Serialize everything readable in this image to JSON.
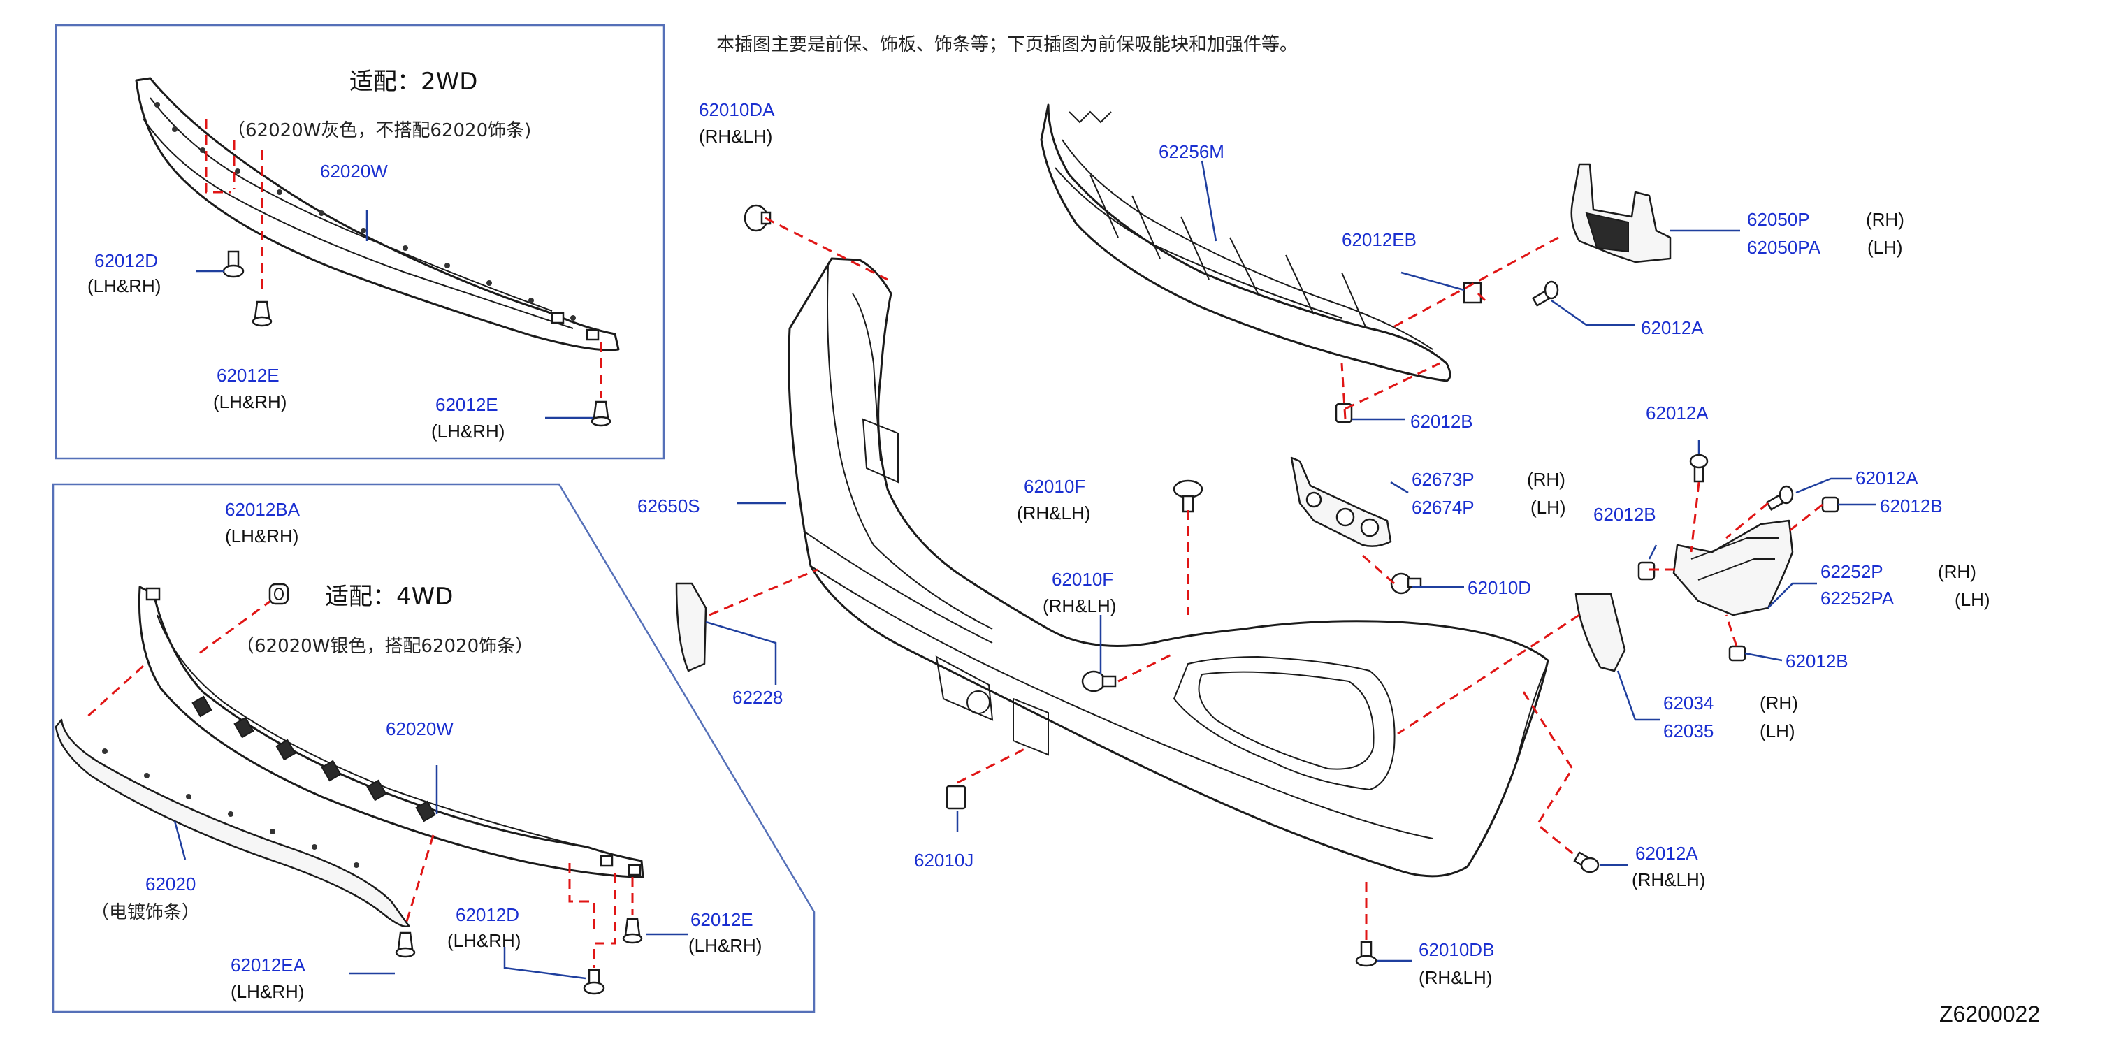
{
  "header_note": "本插图主要是前保、饰板、饰条等；下页插图为前保吸能块和加强件等。",
  "diagram_code": "Z6200022",
  "inset_2wd": {
    "title": "适配：2WD",
    "note": "（62020W灰色，不搭配62020饰条)",
    "p62020W": "62020W",
    "p62012D": "62012D",
    "p62012D_side": "(LH&RH)",
    "p62012E_a": "62012E",
    "p62012E_a_side": "(LH&RH)",
    "p62012E_b": "62012E",
    "p62012E_b_side": "(LH&RH)"
  },
  "inset_4wd": {
    "title": "适配：4WD",
    "note": "（62020W银色，搭配62020饰条）",
    "p62012BA": "62012BA",
    "p62012BA_side": "(LH&RH)",
    "p62020W": "62020W",
    "p62020": "62020",
    "p62020_side": "（电镀饰条）",
    "p62012D": "62012D",
    "p62012D_side": "(LH&RH)",
    "p62012E": "62012E",
    "p62012E_side": "(LH&RH)",
    "p62012EA": "62012EA",
    "p62012EA_side": "(LH&RH)"
  },
  "main": {
    "p62010DA": "62010DA",
    "p62010DA_side": "(RH&LH)",
    "p62256M": "62256M",
    "p62050P": "62050P",
    "p62050P_side": "(RH)",
    "p62050PA": "62050PA",
    "p62050PA_side": "(LH)",
    "p62012EB": "62012EB",
    "p62012A_1": "62012A",
    "p62012B_1": "62012B",
    "p62650S": "62650S",
    "p62010F_1": "62010F",
    "p62010F_1_side": "(RH&LH)",
    "p62673P": "62673P",
    "p62673P_side": "(RH)",
    "p62674P": "62674P",
    "p62674P_side": "(LH)",
    "p62012A_2": "62012A",
    "p62012A_3": "62012A",
    "p62012B_2": "62012B",
    "p62012B_3": "62012B",
    "p62010D": "62010D",
    "p62252P": "62252P",
    "p62252P_side": "(RH)",
    "p62252PA": "62252PA",
    "p62252PA_side": "(LH)",
    "p62010F_2": "62010F",
    "p62010F_2_side": "(RH&LH)",
    "p62012B_4": "62012B",
    "p62228": "62228",
    "p62034": "62034",
    "p62034_side": "(RH)",
    "p62035": "62035",
    "p62035_side": "(LH)",
    "p62010J": "62010J",
    "p62012A_4": "62012A",
    "p62012A_4_side": "(RH&LH)",
    "p62010DB": "62010DB",
    "p62010DB_side": "(RH&LH)"
  },
  "colors": {
    "part_number": "#1a2fd0",
    "callout_dash": "#e01515",
    "leader": "#1f3f9e",
    "inset_border": "#5570b8"
  }
}
